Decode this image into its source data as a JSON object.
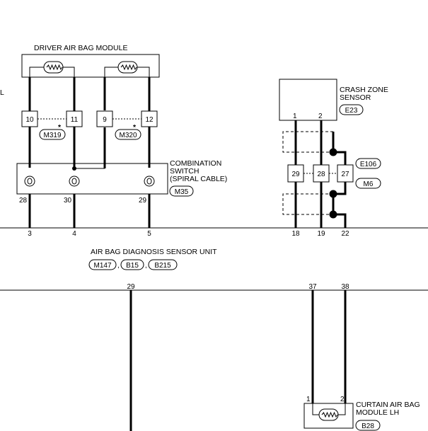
{
  "driver_airbag": {
    "title": "DRIVER AIR BAG MODULE",
    "left_edge_label": "L",
    "terminals": [
      "10",
      "11",
      "9",
      "12"
    ],
    "connectors": [
      "M319",
      "M320"
    ],
    "star": "*"
  },
  "combination_switch": {
    "title_lines": [
      "COMBINATION",
      "SWITCH",
      "(SPIRAL CABLE)"
    ],
    "connector": "M35",
    "terminals_bottom": [
      "28",
      "30",
      "29"
    ]
  },
  "crash_zone_sensor": {
    "title_lines": [
      "CRASH ZONE",
      "SENSOR"
    ],
    "connector": "E23",
    "terminals": [
      "1",
      "2"
    ]
  },
  "junction": {
    "terminals": [
      "29",
      "28",
      "27"
    ],
    "connectors": [
      "E106",
      "M6"
    ]
  },
  "diagnosis_unit": {
    "title": "AIR BAG DIAGNOSIS SENSOR UNIT",
    "connectors": [
      "M147",
      "B15",
      "B215"
    ],
    "separator": ",",
    "top_terminals": [
      "3",
      "4",
      "5",
      "18",
      "19",
      "22"
    ],
    "bottom_terminals": [
      "29",
      "37",
      "38"
    ]
  },
  "curtain_airbag": {
    "title_lines": [
      "CURTAIN AIR BAG",
      "MODULE LH"
    ],
    "connector": "B28",
    "terminals": [
      "1",
      "2"
    ]
  }
}
